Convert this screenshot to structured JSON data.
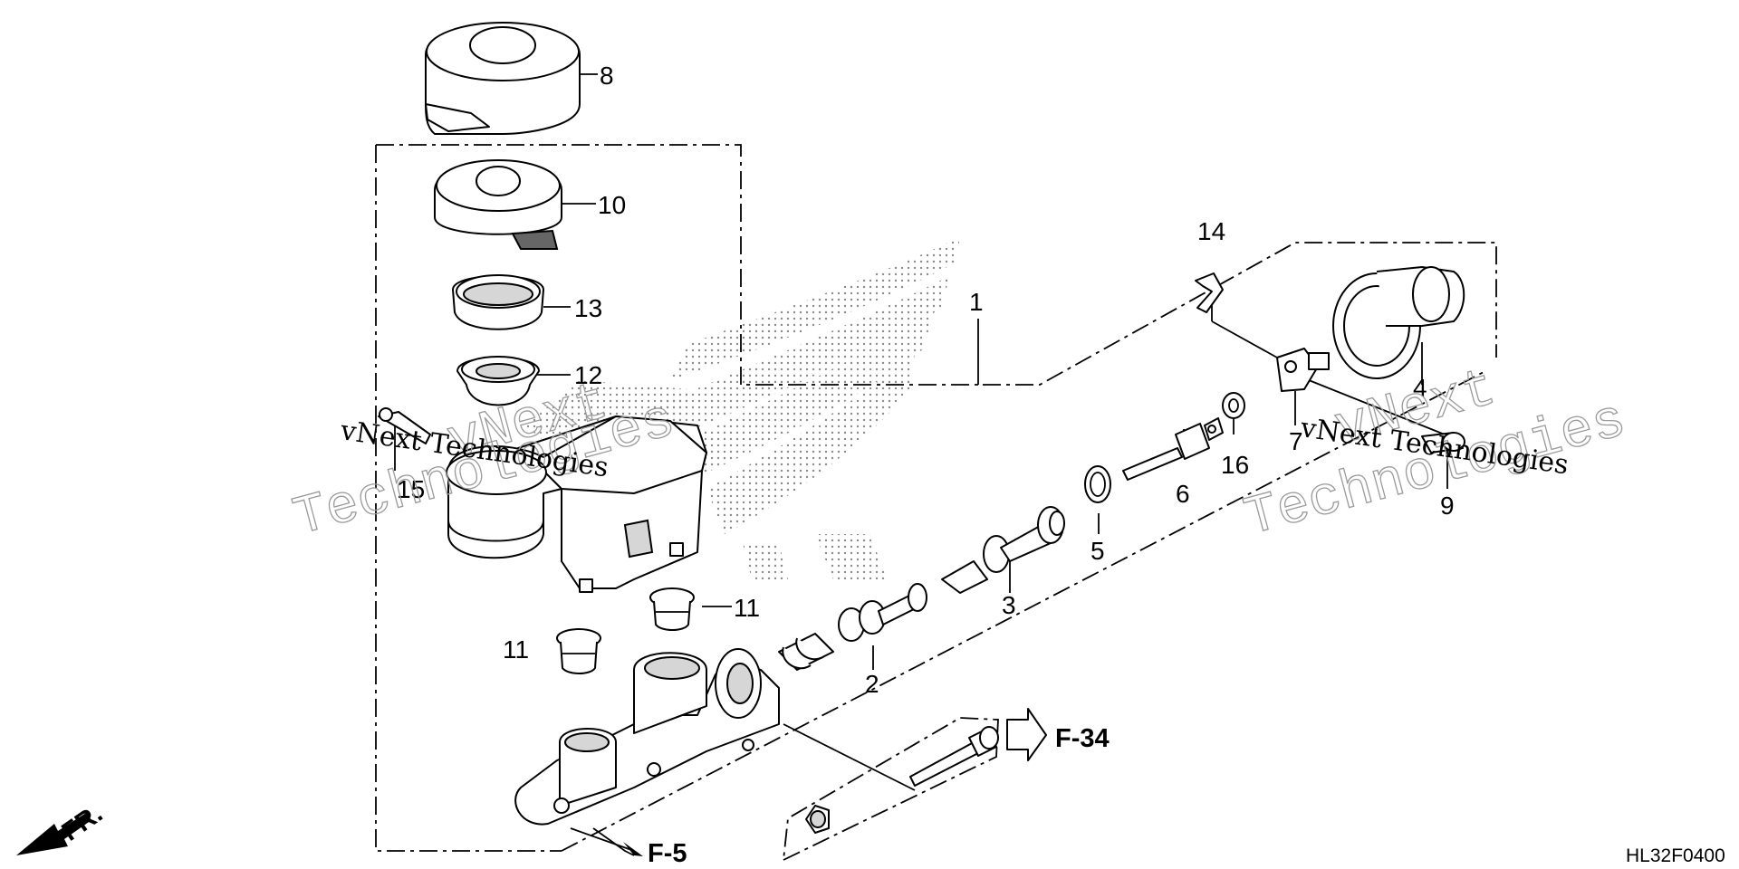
{
  "callouts": [
    {
      "id": "p1",
      "text": "1"
    },
    {
      "id": "p2",
      "text": "2"
    },
    {
      "id": "p3",
      "text": "3"
    },
    {
      "id": "p4",
      "text": "4"
    },
    {
      "id": "p5",
      "text": "5"
    },
    {
      "id": "p6",
      "text": "6"
    },
    {
      "id": "p7",
      "text": "7"
    },
    {
      "id": "p8",
      "text": "8"
    },
    {
      "id": "p9",
      "text": "9"
    },
    {
      "id": "p10",
      "text": "10"
    },
    {
      "id": "p11a",
      "text": "11"
    },
    {
      "id": "p11b",
      "text": "11"
    },
    {
      "id": "p12",
      "text": "12"
    },
    {
      "id": "p13",
      "text": "13"
    },
    {
      "id": "p14",
      "text": "14"
    },
    {
      "id": "p15",
      "text": "15"
    },
    {
      "id": "p16",
      "text": "16"
    }
  ],
  "references": {
    "f34": "F-34",
    "f5": "F-5",
    "front": "FR."
  },
  "diagram_code": "HL32F0400",
  "watermarks": {
    "left_small": "vNext Technologies",
    "left_large_1": "vNext",
    "left_large_2": "Technologies",
    "right_small": "vNext Technologies",
    "right_large_1": "vNext",
    "right_large_2": "Technologies"
  }
}
